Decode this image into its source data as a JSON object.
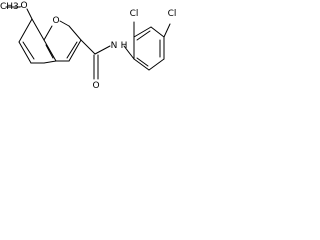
{
  "atom_labels": {
    "methoxy_carbon": "CH3-",
    "methoxy_oxygen": "O",
    "ring_oxygen": "O",
    "carbonyl_oxygen": "O",
    "amide_nitrogen": "N",
    "amide_hydrogen": "H",
    "chlorine_ortho": "Cl",
    "chlorine_para": "Cl"
  },
  "colors": {
    "bond": "#000000",
    "background": "#ffffff"
  }
}
